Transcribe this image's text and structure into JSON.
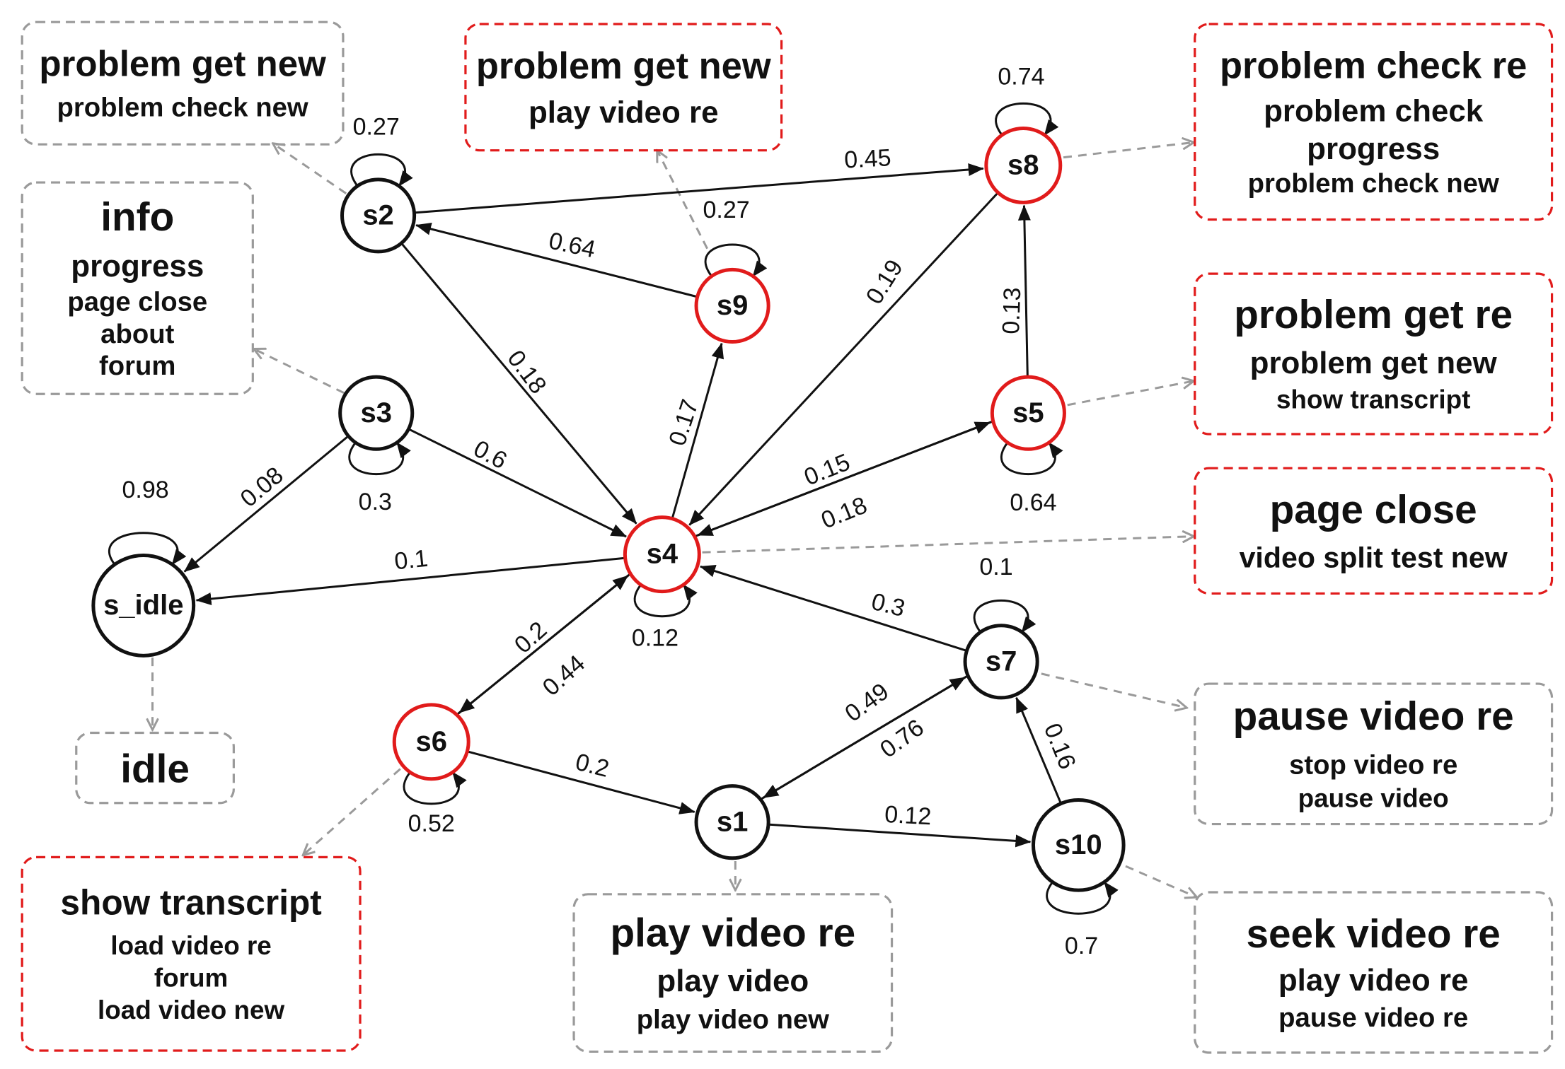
{
  "nodes": [
    {
      "id": "s_idle",
      "label": "s_idle",
      "style": "black"
    },
    {
      "id": "s1",
      "label": "s1",
      "style": "black"
    },
    {
      "id": "s2",
      "label": "s2",
      "style": "black"
    },
    {
      "id": "s3",
      "label": "s3",
      "style": "black"
    },
    {
      "id": "s4",
      "label": "s4",
      "style": "red"
    },
    {
      "id": "s5",
      "label": "s5",
      "style": "red"
    },
    {
      "id": "s6",
      "label": "s6",
      "style": "red"
    },
    {
      "id": "s7",
      "label": "s7",
      "style": "black"
    },
    {
      "id": "s8",
      "label": "s8",
      "style": "red"
    },
    {
      "id": "s9",
      "label": "s9",
      "style": "red"
    },
    {
      "id": "s10",
      "label": "s10",
      "style": "black"
    }
  ],
  "edges": [
    {
      "from": "s2",
      "to": "s8",
      "label": "0.45"
    },
    {
      "from": "s9",
      "to": "s2",
      "label": "0.64"
    },
    {
      "from": "s2",
      "to": "s4",
      "label": "0.18"
    },
    {
      "from": "s4",
      "to": "s9",
      "label": "0.17"
    },
    {
      "from": "s8",
      "to": "s4",
      "label": "0.19"
    },
    {
      "from": "s5",
      "to": "s8",
      "label": "0.13"
    },
    {
      "from": "s4",
      "to": "s5",
      "label": "0.15"
    },
    {
      "from": "s5",
      "to": "s4",
      "label": "0.18"
    },
    {
      "from": "s3",
      "to": "s4",
      "label": "0.6"
    },
    {
      "from": "s3",
      "to": "s_idle",
      "label": "0.08"
    },
    {
      "from": "s4",
      "to": "s_idle",
      "label": "0.1"
    },
    {
      "from": "s6",
      "to": "s4",
      "label": "0.2"
    },
    {
      "from": "s4",
      "to": "s6",
      "label": "0.44"
    },
    {
      "from": "s7",
      "to": "s4",
      "label": "0.3"
    },
    {
      "from": "s6",
      "to": "s1",
      "label": "0.2"
    },
    {
      "from": "s1",
      "to": "s7",
      "label": "0.49"
    },
    {
      "from": "s7",
      "to": "s1",
      "label": "0.76"
    },
    {
      "from": "s1",
      "to": "s10",
      "label": "0.12"
    },
    {
      "from": "s10",
      "to": "s7",
      "label": "0.16"
    }
  ],
  "loops": [
    {
      "node": "s2",
      "label": "0.27"
    },
    {
      "node": "s8",
      "label": "0.74"
    },
    {
      "node": "s9",
      "label": "0.27"
    },
    {
      "node": "s3",
      "label": "0.3"
    },
    {
      "node": "s_idle",
      "label": "0.98"
    },
    {
      "node": "s4",
      "label": "0.12"
    },
    {
      "node": "s5",
      "label": "0.64"
    },
    {
      "node": "s6",
      "label": "0.52"
    },
    {
      "node": "s7",
      "label": "0.1"
    },
    {
      "node": "s10",
      "label": "0.7"
    }
  ],
  "boxes": [
    {
      "id": "box-s2",
      "node": "s2",
      "style": "gray",
      "lines": [
        "problem get  new",
        "problem check new"
      ]
    },
    {
      "id": "box-s9",
      "node": "s9",
      "style": "red",
      "lines": [
        "problem get new",
        "play video re"
      ]
    },
    {
      "id": "box-s8",
      "node": "s8",
      "style": "red",
      "lines": [
        "problem check re",
        "problem check",
        "progress",
        "problem check new"
      ]
    },
    {
      "id": "box-s3",
      "node": "s3",
      "style": "gray",
      "lines": [
        "info",
        "progress",
        "page close",
        "about",
        "forum"
      ]
    },
    {
      "id": "box-s5",
      "node": "s5",
      "style": "red",
      "lines": [
        "problem get re",
        "problem get new",
        "show transcript"
      ]
    },
    {
      "id": "box-s4",
      "node": "s4",
      "style": "red",
      "lines": [
        "page close",
        "video split test new"
      ]
    },
    {
      "id": "box-s_idle",
      "node": "s_idle",
      "style": "gray",
      "lines": [
        "idle"
      ]
    },
    {
      "id": "box-s7",
      "node": "s7",
      "style": "gray",
      "lines": [
        "pause video re",
        "stop video re",
        "pause video"
      ]
    },
    {
      "id": "box-s6",
      "node": "s6",
      "style": "red",
      "lines": [
        "show transcript",
        "load video re",
        "forum",
        "load video new"
      ]
    },
    {
      "id": "box-s1",
      "node": "s1",
      "style": "gray",
      "lines": [
        "play video re",
        "play video",
        "play video new"
      ]
    },
    {
      "id": "box-s10",
      "node": "s10",
      "style": "gray",
      "lines": [
        "seek video re",
        "play video re",
        "pause video re"
      ]
    }
  ]
}
